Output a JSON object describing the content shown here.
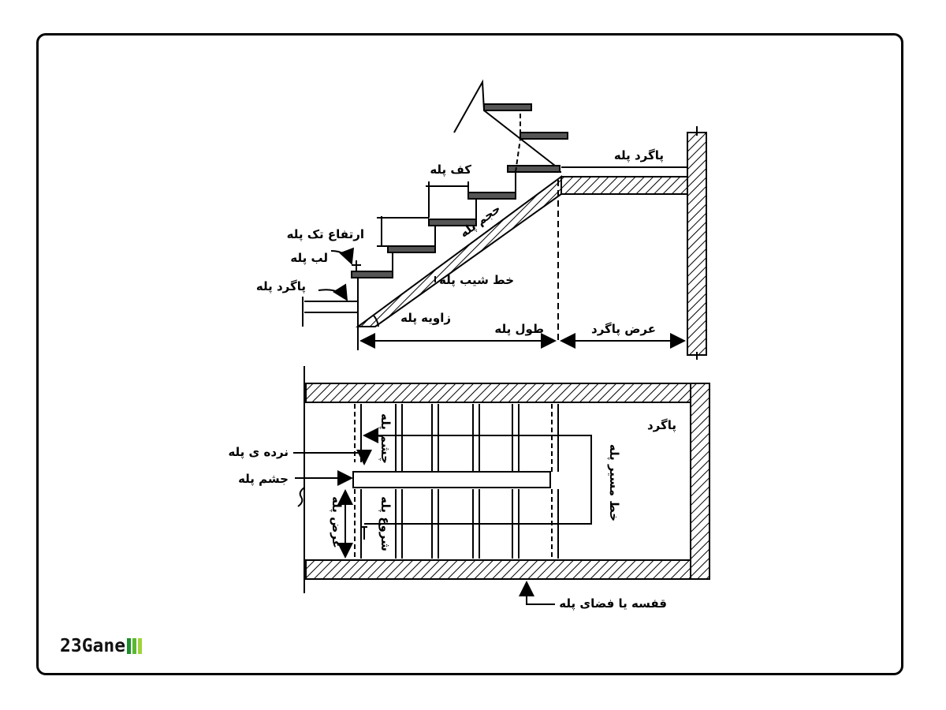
{
  "section": {
    "landing_label": "پاگرد پله",
    "tread_label": "کف پله",
    "riser_height_label": "ارتفاع تک پله",
    "nosing_label": "لب پله",
    "bottom_landing_label": "پاگرد پله",
    "stair_volume_label": "حجم پله",
    "slope_line_label": "خط شیب پله",
    "angle_label": "زاویه پله",
    "stair_length_label": "طول پله",
    "landing_width_label": "عرض پاگرد"
  },
  "plan": {
    "landing_label": "پاگرد",
    "railing_label": "نرده ی پله",
    "stairwell_label": "جشم پله",
    "eye_label": "چشم پله",
    "path_line_label": "خط مسیر پله",
    "stair_width_label": "عرض پله",
    "start_label": "شروع پله",
    "enclosure_label": "قفسه یا فضای پله"
  },
  "brand": {
    "logo_text": "23Gane",
    "bar_colors": [
      "#1f8f2e",
      "#5cb82f",
      "#9fd33a"
    ]
  }
}
